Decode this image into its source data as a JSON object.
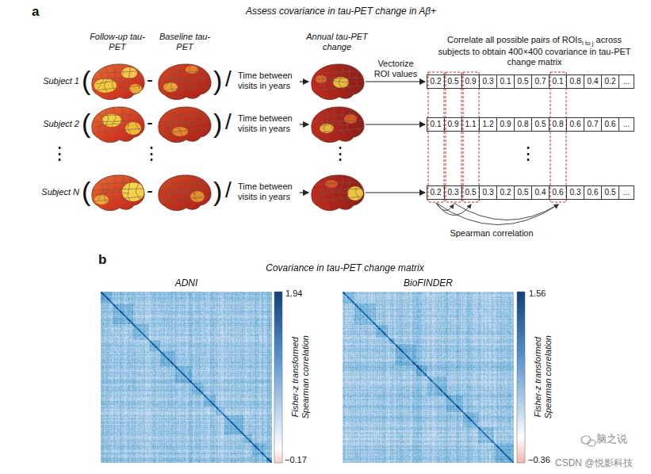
{
  "diagram": {
    "title": "Assess covariance in tau-PET change in Aβ+",
    "nodes": [
      {
        "text": [
          "0.2",
          "0.5",
          "0.9",
          "0.3",
          "0.1",
          "0.5",
          "0.7",
          "0.1",
          "0.8",
          "0.4",
          "0.2",
          "..."
        ]
      },
      {
        "text": [
          "0.1",
          "0.9",
          "1.1",
          "1.2",
          "0.9",
          "0.8",
          "0.5",
          "0.8",
          "0.6",
          "0.7",
          "0.6",
          "..."
        ]
      },
      {
        "text": [
          "0.2",
          "0.3",
          "0.5",
          "0.3",
          "0.2",
          "0.5",
          "0.4",
          "0.6",
          "0.3",
          "0.6",
          "0.5",
          "..."
        ]
      }
    ],
    "labels": [
      "a",
      "Follow-up tau-PET",
      "Baseline tau-PET",
      "Annual tau-PET change",
      "Vectorize ROI values",
      "Correlate all possible pairs of ROIs",
      "i to j",
      "across subjects to obtain 400×400 covariance in tau-PET change matrix",
      "Subject 1",
      "(",
      "-",
      ")",
      "/",
      "Time between visits in years",
      "Subject 2",
      "(",
      "-",
      ")",
      "/",
      "Time between visits in years",
      "⋮",
      "⋮",
      "⋮",
      "⋮",
      "Subject N",
      "(",
      "-",
      ")",
      "/",
      "Time between visits in years",
      "Spearman correlation",
      "b",
      "Covariance in tau-PET change matrix",
      "ADNI",
      "BioFINDER",
      "1.94",
      "Fisher-z transformed Spearman correlation",
      "−0.17",
      "1.56",
      "Fisher-z transformed Spearman correlation",
      "−0.36",
      "脑之说",
      "CSDN @悦影科技"
    ]
  }
}
